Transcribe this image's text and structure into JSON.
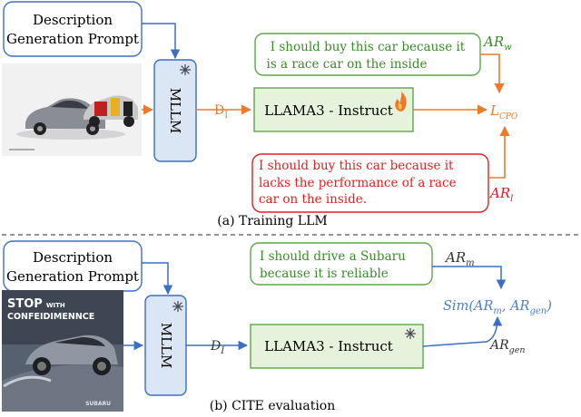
{
  "top": {
    "prompt_line1": "Description",
    "prompt_line2": "Generation Prompt",
    "mllm_label": "MLLM",
    "d_label": "D",
    "d_sub": "I",
    "llama_label": "LLAMA3 - Instruct",
    "winner_line1": "I should buy this car because it",
    "winner_line2": "is a race car on the inside",
    "ar_w_main": "AR",
    "ar_w_sub": "w",
    "loser_line1": "I should buy this car because  it",
    "loser_line2": "lacks the performance of a race",
    "loser_line3": "car on the inside.",
    "ar_l_main": "AR",
    "ar_l_sub": "l",
    "l_main": "L",
    "l_sub": "CPO",
    "caption": "(a) Training LLM"
  },
  "bottom": {
    "prompt_line1": "Description",
    "prompt_line2": "Generation Prompt",
    "ad_line1": "STOP",
    "ad_with": "WITH",
    "ad_line2": "CONFEIDIMENNCE",
    "ad_brand": "SUBARU",
    "mllm_label": "MLLM",
    "d_label": "D",
    "d_sub": "I",
    "llama_label": "LLAMA3 - Instruct",
    "ref_line1": "I should drive a Subaru",
    "ref_line2": "because it is reliable",
    "ar_m_main": "AR",
    "ar_m_sub": "m",
    "ar_gen_main": "AR",
    "ar_gen_sub": "gen",
    "sim_prefix": "Sim(",
    "sim_ar1": "AR",
    "sim_sub1": "m",
    "sim_comma": ", ",
    "sim_ar2": "AR",
    "sim_sub2": "gen",
    "sim_suffix": ")",
    "caption": "(b) CITE evaluation"
  },
  "colors": {
    "blue": "#3b6fc4",
    "orange": "#ec7a2c",
    "green_border": "#5aa844",
    "green_fill": "#e6f3dc",
    "red": "#e02020",
    "mllm_fill": "#dbe6f5",
    "sim_text": "#4a7fd0"
  },
  "icons": {
    "frozen": "snowflake-icon",
    "trainable": "flame-icon"
  }
}
